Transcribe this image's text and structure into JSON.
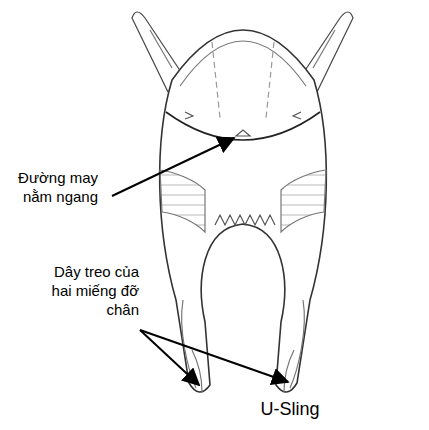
{
  "diagram": {
    "caption": "U-Sling",
    "labels": [
      "Đường may nằm ngang",
      "Dây treo của hai miếng đỡ chân"
    ]
  }
}
